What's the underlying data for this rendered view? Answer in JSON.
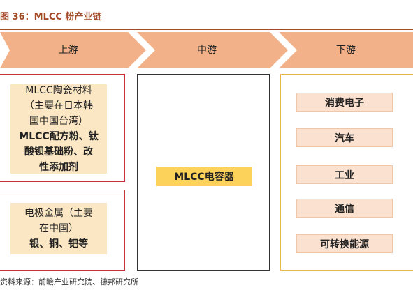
{
  "figure": {
    "title": "图 36：MLCC 粉产业链"
  },
  "stages": [
    {
      "label": "上游"
    },
    {
      "label": "中游"
    },
    {
      "label": "下游"
    }
  ],
  "upstream": {
    "ceramic": {
      "lines": [
        "MLCC陶瓷材料",
        "（主要在日本韩",
        "国中国台湾）",
        "MLCC配方粉、钛",
        "酸钡基础粉、改",
        "性添加剂"
      ]
    },
    "metal": {
      "lines": [
        "电极金属（主要",
        "在中国）",
        "银、铜、钯等"
      ]
    }
  },
  "midstream": {
    "product": "MLCC电容器"
  },
  "downstream": {
    "items": [
      "消费电子",
      "汽车",
      "工业",
      "通信",
      "可转换能源"
    ]
  },
  "source": "资料来源：前瞻产业研究院、德邦研究所",
  "colors": {
    "title": "#a34a28",
    "chevron": "#f3b189",
    "upstream_border": "#c8323a",
    "downstream_border": "#e8b84a",
    "cream_fill": "#fbe7c3",
    "chip_fill": "#fbe1cf",
    "center_fill": "#fcd25a"
  }
}
